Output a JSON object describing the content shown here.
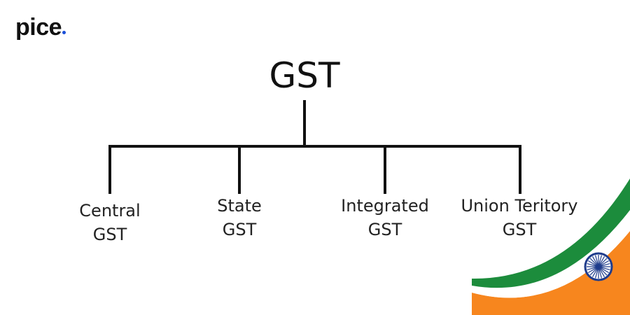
{
  "brand": {
    "name": "pice",
    "dot_color": "#1a4fd8"
  },
  "diagram": {
    "root": "GST",
    "children": [
      {
        "line1": "Central",
        "line2": "GST"
      },
      {
        "line1": "State",
        "line2": "GST"
      },
      {
        "line1": "Integrated",
        "line2": "GST"
      },
      {
        "line1": "Union Teritory",
        "line2": "GST"
      }
    ]
  },
  "colors": {
    "saffron": "#f7861e",
    "green": "#1c8c3c",
    "chakra": "#1f3c8c",
    "line": "#111111"
  }
}
